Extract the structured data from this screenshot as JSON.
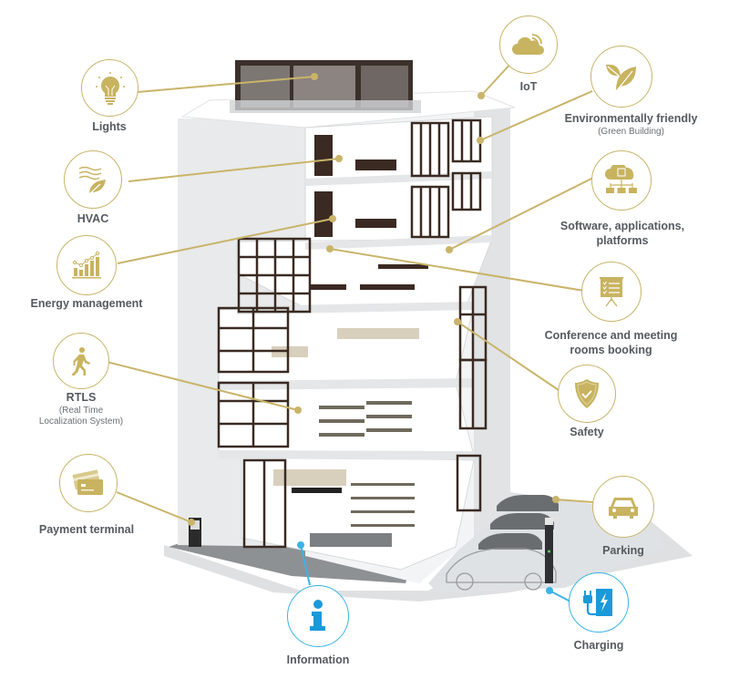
{
  "colors": {
    "gold": "#c9b46a",
    "gold_fill": "#c8b360",
    "blue": "#39b4e6",
    "blue_fill": "#1a9ad9",
    "text": "#555a60",
    "building_wall": "#eceeef",
    "building_shadow": "#d6d9db",
    "window_frame": "#3a2a22",
    "ground": "#9b9ea1"
  },
  "features": [
    {
      "id": "lights",
      "title": "Lights",
      "subtitle": "",
      "icon": "lightbulb-icon",
      "color": "gold"
    },
    {
      "id": "hvac",
      "title": "HVAC",
      "subtitle": "",
      "icon": "air-leaf-icon",
      "color": "gold"
    },
    {
      "id": "energy",
      "title": "Energy management",
      "subtitle": "",
      "icon": "bar-chart-icon",
      "color": "gold"
    },
    {
      "id": "rtls",
      "title": "RTLS",
      "subtitle_lines": [
        "(Real Time",
        "Localization System)"
      ],
      "icon": "walking-person-icon",
      "color": "gold"
    },
    {
      "id": "payment",
      "title": "Payment terminal",
      "subtitle": "",
      "icon": "credit-card-icon",
      "color": "gold"
    },
    {
      "id": "iot",
      "title": "IoT",
      "subtitle": "",
      "icon": "cloud-wifi-icon",
      "color": "gold"
    },
    {
      "id": "green",
      "title": "Environmentally friendly",
      "subtitle": "(Green Building)",
      "icon": "leaves-icon",
      "color": "gold"
    },
    {
      "id": "software",
      "title_lines": [
        "Software, applications,",
        "platforms"
      ],
      "icon": "cloud-network-icon",
      "color": "gold"
    },
    {
      "id": "conference",
      "title_lines": [
        "Conference and meeting",
        "rooms booking"
      ],
      "icon": "presentation-board-icon",
      "color": "gold"
    },
    {
      "id": "safety",
      "title": "Safety",
      "subtitle": "",
      "icon": "shield-check-icon",
      "color": "gold"
    },
    {
      "id": "parking",
      "title": "Parking",
      "subtitle": "",
      "icon": "car-icon",
      "color": "gold"
    },
    {
      "id": "charging",
      "title": "Charging",
      "subtitle": "",
      "icon": "ev-charging-icon",
      "color": "blue"
    },
    {
      "id": "information",
      "title": "Information",
      "subtitle": "",
      "icon": "info-icon",
      "color": "blue"
    }
  ]
}
